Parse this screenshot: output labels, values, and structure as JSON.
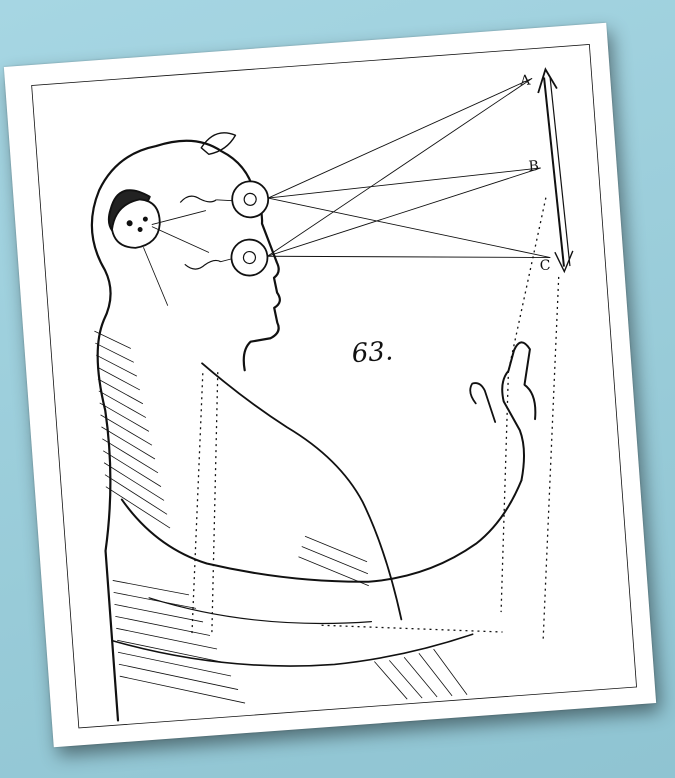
{
  "scene": {
    "background_color": "#9fd0dd",
    "card_color": "#ffffff",
    "ink_color": "#111111"
  },
  "illustration": {
    "figure_number": "63.",
    "point_labels": {
      "a": "A",
      "b": "B",
      "c": "C"
    }
  }
}
